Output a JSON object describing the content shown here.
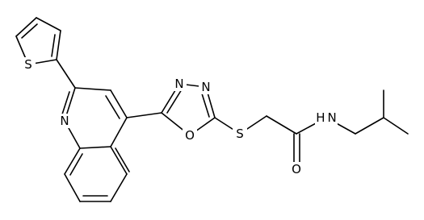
{
  "molecule": {
    "atoms": {
      "s_thiophene": "S",
      "n_quinoline": "N",
      "n_oxadiazole_1": "N",
      "n_oxadiazole_2": "N",
      "o_oxadiazole": "O",
      "s_thioether": "S",
      "n_amide": "H N",
      "o_carbonyl": "O"
    }
  }
}
